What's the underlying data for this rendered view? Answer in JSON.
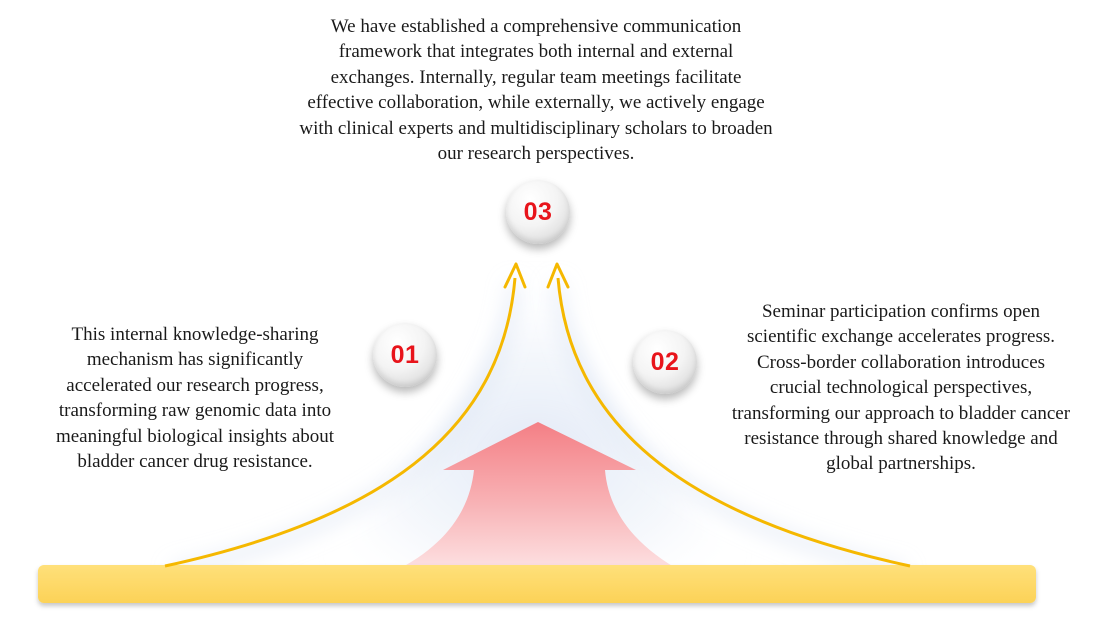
{
  "steps": [
    {
      "number": "01",
      "text": "This internal knowledge-sharing\nmechanism has significantly\naccelerated our research progress,\ntransforming raw genomic data into\nmeaningful biological insights about\nbladder cancer drug resistance."
    },
    {
      "number": "02",
      "text": "Seminar participation confirms open\nscientific exchange accelerates progress.\nCross-border collaboration introduces\ncrucial technological perspectives,\ntransforming our approach to bladder cancer\nresistance through shared knowledge and\nglobal partnerships."
    },
    {
      "number": "03",
      "text": "We have established a comprehensive communication\nframework that integrates both internal and external\nexchanges. Internally, regular team meetings facilitate\neffective collaboration, while externally, we actively engage\nwith clinical experts and multidisciplinary scholars to broaden\nour research perspectives."
    }
  ],
  "colors": {
    "arrow_curve": "#f5b800",
    "base_bar": "#ffd966",
    "center_arrow": "#f4979a",
    "number_text": "#e8141b",
    "glow": "#c9d6ee"
  },
  "icons": {
    "center": "upward-arrow",
    "curves": "curved-arrow"
  }
}
